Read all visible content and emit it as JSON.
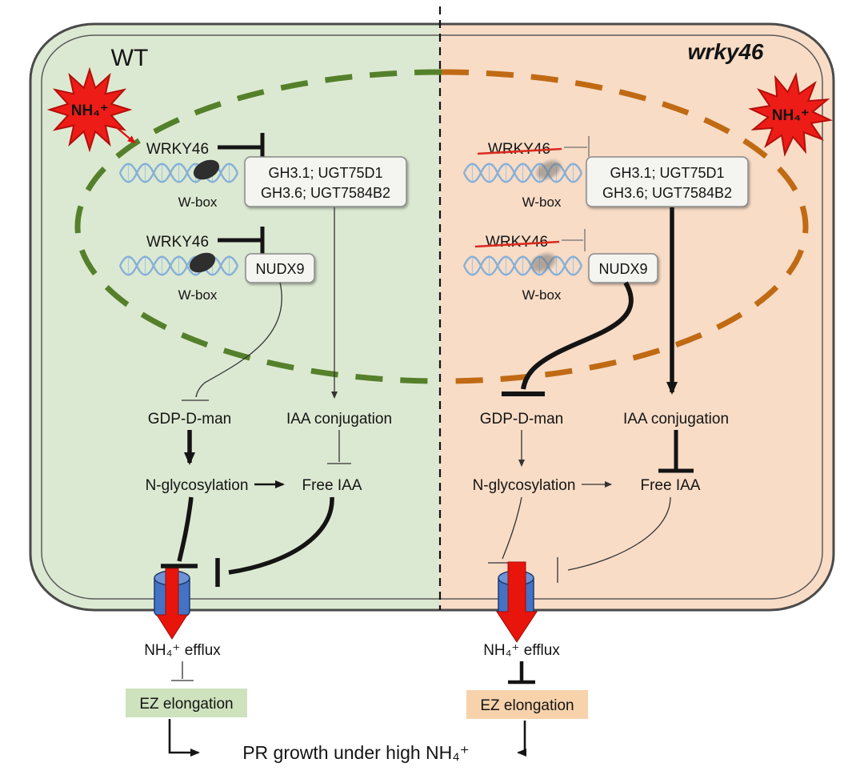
{
  "header": {
    "wt_label": "WT",
    "mutant_label": "wrky46"
  },
  "ammonium_label": "NH₄⁺",
  "left": {
    "tf1": "WRKY46",
    "wbox1": "W-box",
    "genes1_line1": "GH3.1; UGT75D1",
    "genes1_line2": "GH3.6; UGT7584B2",
    "tf2": "WRKY46",
    "wbox2": "W-box",
    "gene2": "NUDX9",
    "gdp": "GDP-D-man",
    "iaa_conjugation": "IAA conjugation",
    "n_glycosylation": "N-glycosylation",
    "free_iaa": "Free IAA",
    "efflux": "NH₄⁺ efflux",
    "ez_elongation": "EZ elongation"
  },
  "right": {
    "tf1": "WRKY46",
    "wbox1": "W-box",
    "genes1_line1": "GH3.1; UGT75D1",
    "genes1_line2": "GH3.6; UGT7584B2",
    "tf2": "WRKY46",
    "wbox2": "W-box",
    "gene2": "NUDX9",
    "gdp": "GDP-D-man",
    "iaa_conjugation": "IAA conjugation",
    "n_glycosylation": "N-glycosylation",
    "free_iaa": "Free IAA",
    "efflux": "NH₄⁺ efflux",
    "ez_elongation": "EZ elongation"
  },
  "footer": {
    "pr_growth": "PR growth under high NH₄⁺"
  },
  "colors": {
    "wt_bg": "#dce9d2",
    "mutant_bg": "#f8dcc6",
    "wt_nucleus_dash": "#55802b",
    "mutant_nucleus_dash": "#c06a14",
    "burst_red": "#ee1c17",
    "efflux_arrow_red": "#e8150d",
    "transporter_blue": "#4472c4",
    "gene_box_bg": "#f4f4f0",
    "ez_wt_bg": "#cde2bd",
    "ez_mutant_bg": "#f7d2ab"
  }
}
